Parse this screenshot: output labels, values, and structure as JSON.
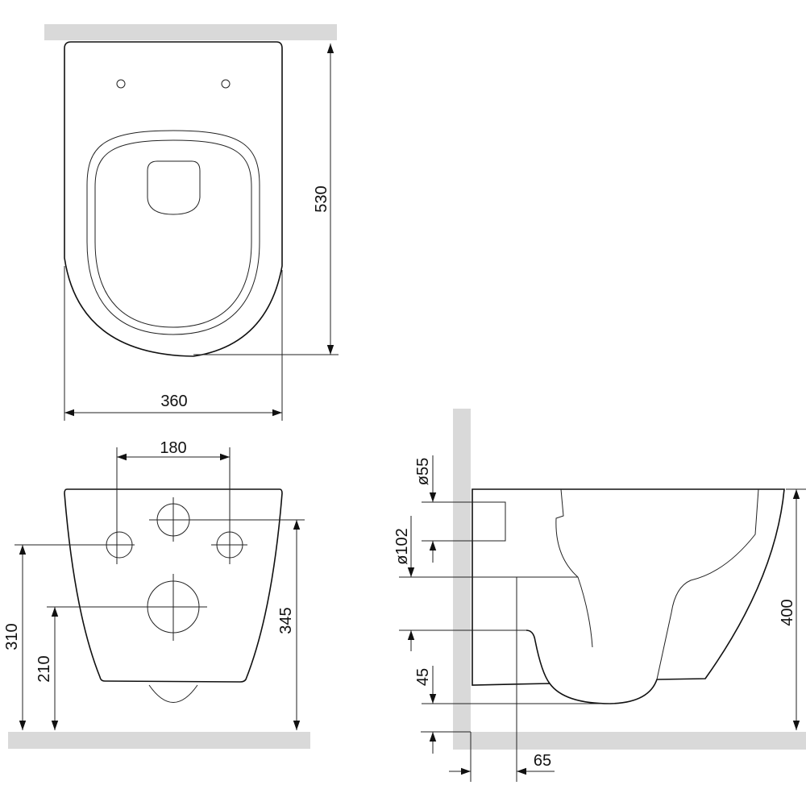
{
  "top_view": {
    "width_label": "360",
    "depth_label": "530"
  },
  "front_view": {
    "fixing_spacing_label": "180",
    "fixing_height_label": "310",
    "outlet_height_label": "210",
    "inlet_height_label": "345"
  },
  "side_view": {
    "inlet_diameter_label": "ø55",
    "outlet_diameter_label": "ø102",
    "clearance_label": "45",
    "outlet_offset_label": "65",
    "height_label": "400"
  },
  "colors": {
    "line": "#111111",
    "wall": "#d9d9d9"
  }
}
